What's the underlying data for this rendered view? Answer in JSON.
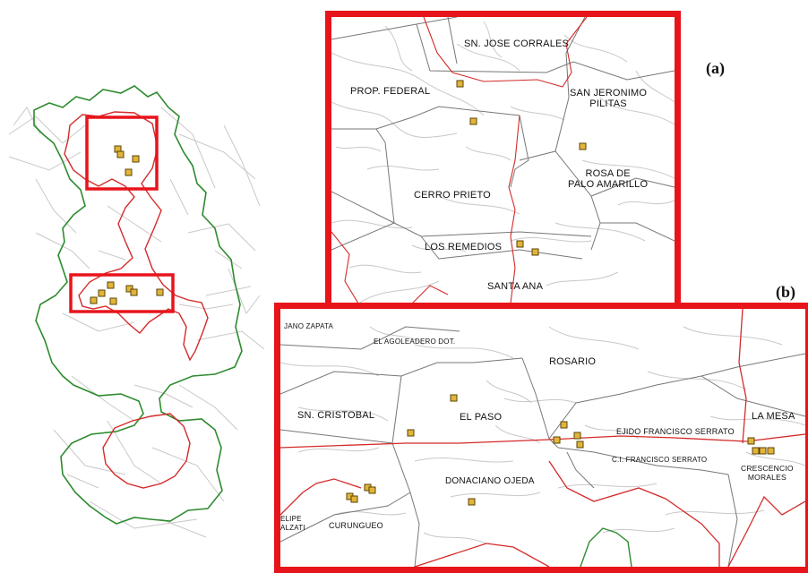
{
  "panel_tags": {
    "a": "(a)",
    "b": "(b)"
  },
  "inset_a": {
    "labels": {
      "sn_jose_corrales": "SN. JOSE CORRALES",
      "prop_federal": "PROP. FEDERAL",
      "san_jeronimo_pilitas": "SAN JERONIMO\nPILITAS",
      "rosa_de_palo_amarillo": "ROSA DE\nPALO AMARILLO",
      "cerro_prieto": "CERRO PRIETO",
      "los_remedios": "LOS REMEDIOS",
      "santa_ana": "SANTA ANA"
    }
  },
  "inset_b": {
    "labels": {
      "emiliano_zapata": "JANO ZAPATA",
      "el_aguacate": "EL AGOLEADERO DOT.",
      "rosario": "ROSARIO",
      "sn_cristobal": "SN. CRISTOBAL",
      "el_paso": "EL PASO",
      "ejido_francisco_serrato": "EJIDO FRANCISCO SERRATO",
      "la_mesa": "LA MESA",
      "ci_francisco_serrato": "C.I. FRANCISCO SERRATO",
      "crescencio_morales": "CRESCENCIO\nMORALES",
      "donaciano_ojeda": "DONACIANO OJEDA",
      "felipe_alzati": "ELIPE\nALZATI",
      "curungueo": "CURUNGUEO"
    }
  },
  "colors": {
    "frame_red": "#e8141b",
    "boundary_red": "#d42a2a",
    "boundary_green": "#2e8b2e",
    "road_gray": "#777777",
    "stream_gray": "#c8c8c8",
    "marker_fill": "#e1b53a",
    "marker_stroke": "#5a4406"
  }
}
